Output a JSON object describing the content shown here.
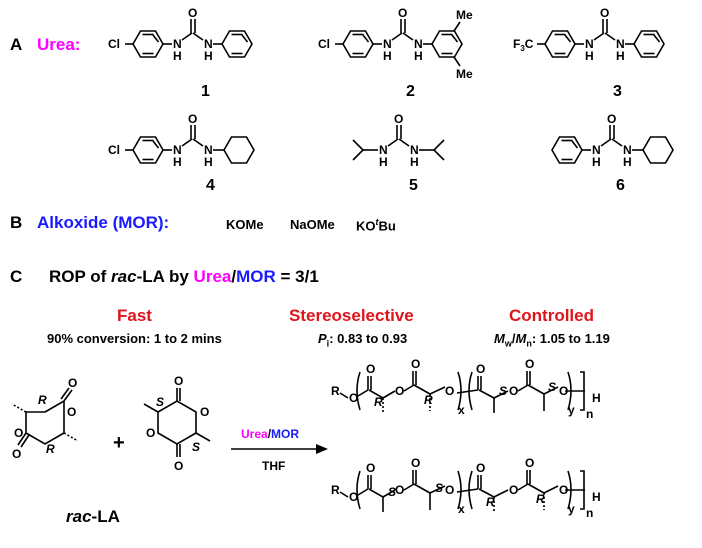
{
  "section_a": {
    "letter": "A",
    "title": "Urea:",
    "title_color": "#ff00ff",
    "compounds": [
      {
        "number": "1",
        "left_group": "Cl",
        "right_group": "phenyl"
      },
      {
        "number": "2",
        "left_group": "Cl",
        "right_group": "2,6-dimethylphenyl",
        "methyl_label": "Me"
      },
      {
        "number": "3",
        "left_group": "F3C",
        "right_group": "phenyl"
      },
      {
        "number": "4",
        "left_group": "Cl",
        "right_group": "cyclohexyl"
      },
      {
        "number": "5",
        "left_group": "isopropyl",
        "right_group": "isopropyl"
      },
      {
        "number": "6",
        "left_group": "phenyl",
        "right_group": "cyclohexyl"
      }
    ],
    "atoms": {
      "O": "O",
      "N": "N",
      "H": "H",
      "Cl": "Cl",
      "F3C_F": "F",
      "F3C_sub": "3",
      "F3C_C": "C",
      "Me": "Me"
    }
  },
  "section_b": {
    "letter": "B",
    "title": "Alkoxide (MOR):",
    "title_color": "#1a1aff",
    "reagents": [
      "KOMe",
      "NaOMe"
    ],
    "kotbu_prefix": "KO",
    "kotbu_sup": "t",
    "kotbu_suffix": "Bu"
  },
  "section_c": {
    "letter": "C",
    "title_pre": "ROP of ",
    "title_rac": "rac",
    "title_mid": "-LA by ",
    "urea": "Urea",
    "slash": "/",
    "mor": "MOR",
    "ratio": " =  3/1",
    "features": [
      {
        "heading": "Fast",
        "detail": "90% conversion: 1 to 2 mins"
      },
      {
        "heading": "Stereoselective",
        "detail_italic": "P",
        "detail_sub": "i",
        "detail_rest": ": 0.83 to 0.93"
      },
      {
        "heading": "Controlled",
        "detail_italic_a": "M",
        "detail_sub_a": "w",
        "detail_slash": "/",
        "detail_italic_b": "M",
        "detail_sub_b": "n",
        "detail_rest": ": 1.05 to 1.19"
      }
    ],
    "heading_color": "#e0151b",
    "plus": "+",
    "rac_la_italic": "rac",
    "rac_la_rest": "-LA",
    "arrow_top_urea": "Urea",
    "arrow_top_slash": "/",
    "arrow_top_mor": "MOR",
    "arrow_bottom": "THF",
    "stereo": {
      "R": "R",
      "S": "S"
    },
    "polymer_labels": {
      "R": "R",
      "O": "O",
      "x": "x",
      "y": "y",
      "n": "n",
      "H": "H"
    }
  },
  "colors": {
    "magenta": "#ff00ff",
    "blue": "#1a1aff",
    "red": "#e0151b"
  }
}
